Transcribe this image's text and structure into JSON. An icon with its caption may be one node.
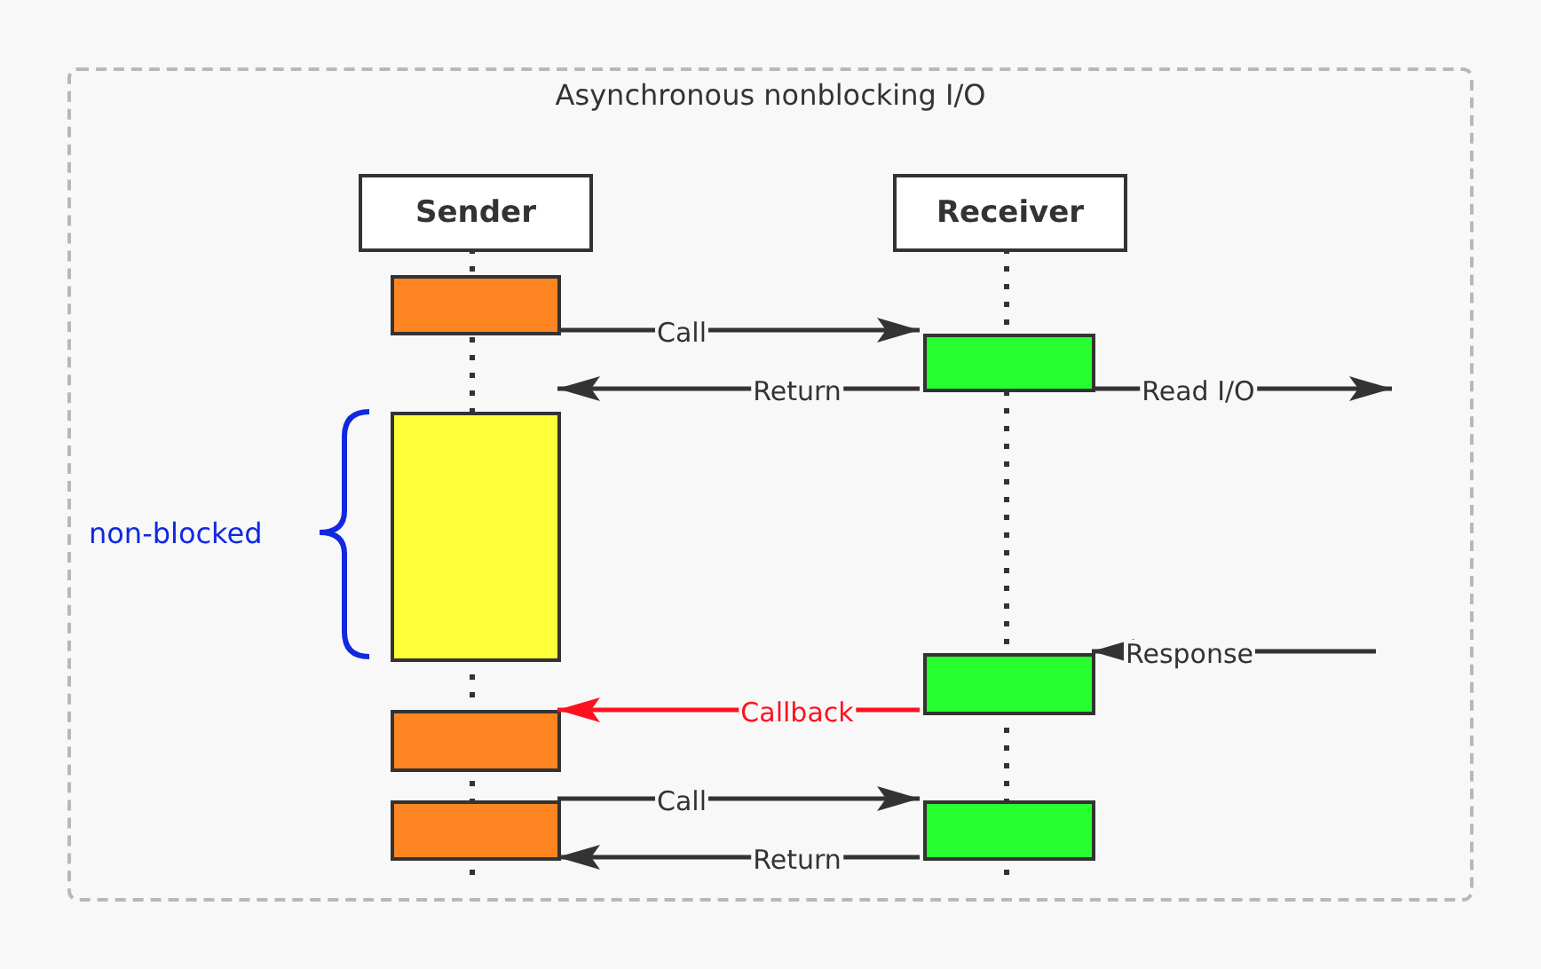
{
  "diagram": {
    "nodes": [
      {
        "text": [
          "Asynchronous nonblocking I/O"
        ]
      },
      {
        "text": [
          "Sender"
        ],
        "in": 0
      },
      {
        "text": [
          "Receiver"
        ],
        "in": 0
      },
      {
        "text": [],
        "shape": "box",
        "in": 0
      },
      {
        "text": [],
        "shape": "box",
        "in": 0
      },
      {
        "text": [],
        "shape": "box",
        "in": 0
      },
      {
        "text": [],
        "shape": "box",
        "in": 0
      },
      {
        "text": [],
        "shape": "box",
        "in": 0
      },
      {
        "text": [],
        "shape": "box",
        "in": 0
      },
      {
        "text": [],
        "shape": "box",
        "in": 0
      }
    ],
    "edges": [
      {
        "from": 3,
        "to": 4,
        "arrow": "to",
        "label": "Call"
      },
      {
        "from": 4,
        "to": 5,
        "arrow": "to",
        "label": "Return"
      },
      {
        "from": 4,
        "to": null,
        "arrow": "to",
        "label": "Read I/O"
      },
      {
        "from": null,
        "to": 6,
        "arrow": "to",
        "label": "Response"
      },
      {
        "from": 6,
        "to": 7,
        "arrow": "to",
        "label": "Callback",
        "color": "#ff1020"
      },
      {
        "from": 8,
        "to": 9,
        "arrow": "to",
        "label": "Call"
      },
      {
        "from": 9,
        "to": 8,
        "arrow": "to",
        "label": "Return"
      }
    ],
    "labels": [
      "non-blocked"
    ]
  }
}
